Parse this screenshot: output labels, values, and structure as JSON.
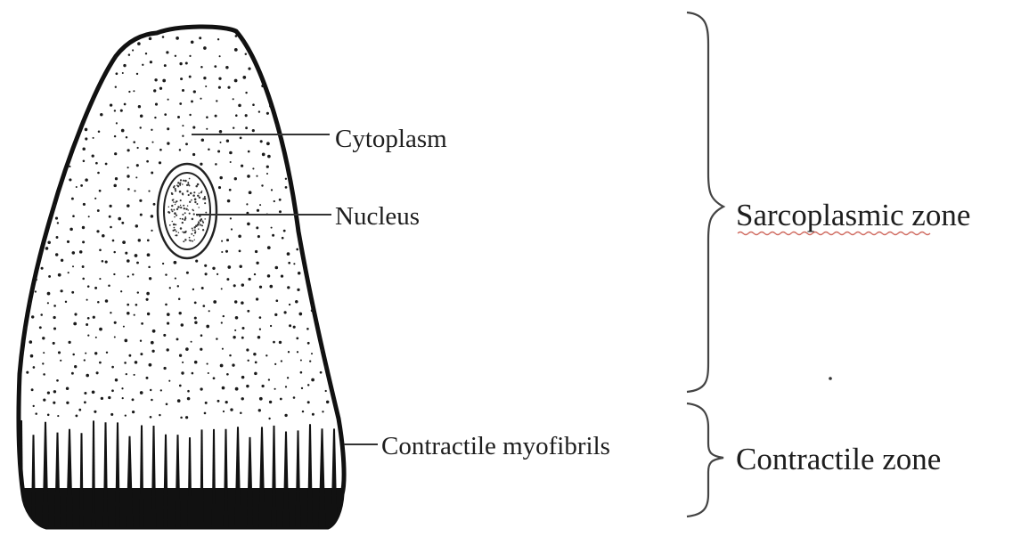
{
  "labels": {
    "cytoplasm": "Cytoplasm",
    "nucleus": "Nucleus",
    "contractile_myofibrils": "Contractile myofibrils",
    "sarcoplasmic_zone": "Sarcoplasmic zone",
    "contractile_zone": "Contractile zone"
  },
  "colors": {
    "outline": "#111111",
    "fibril": "#111111",
    "text": "#1e1e1e",
    "spellcheck_underline": "#c0392b"
  }
}
